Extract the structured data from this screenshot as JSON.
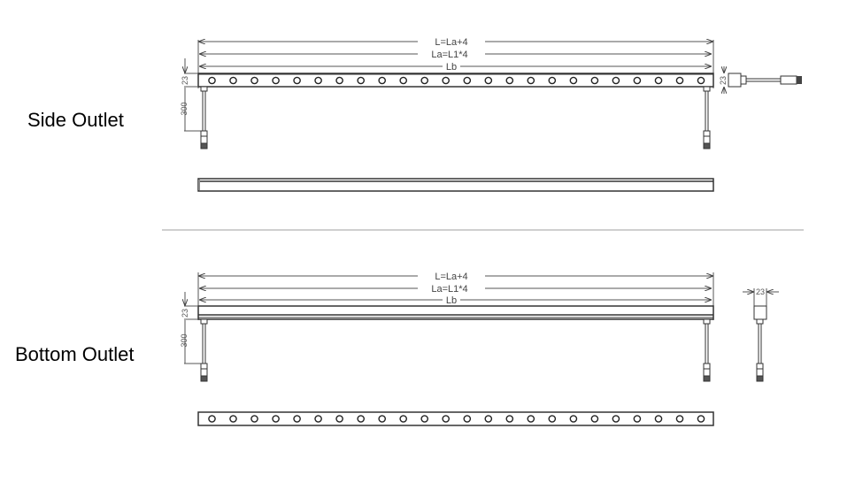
{
  "sections": [
    {
      "id": "side",
      "title": "Side Outlet",
      "dimensions": {
        "overall": "L=La+4",
        "active": "La=L1*4",
        "body": "Lb",
        "height": "23",
        "lead": "300",
        "end_height": "23"
      },
      "led_count": 24
    },
    {
      "id": "bottom",
      "title": "Bottom Outlet",
      "dimensions": {
        "overall": "L=La+4",
        "active": "La=L1*4",
        "body": "Lb",
        "height": "23",
        "lead": "300",
        "end_width": "23"
      },
      "led_count": 24
    }
  ],
  "colors": {
    "line": "#333333",
    "dim_line": "#555555",
    "separator": "#cfcfcf",
    "text": "#000000"
  }
}
